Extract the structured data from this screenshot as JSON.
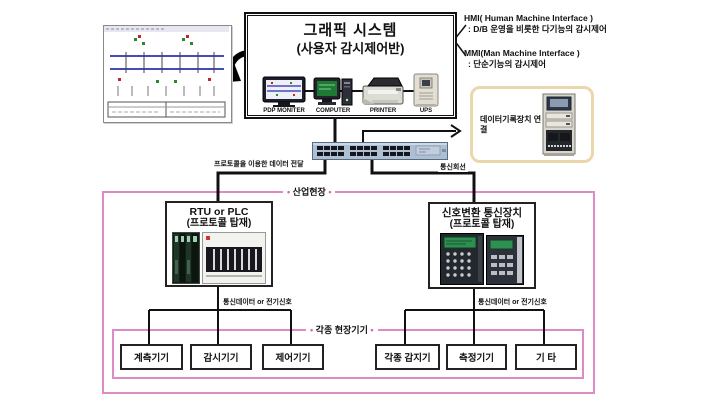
{
  "graphic_system": {
    "title": "그래픽 시스템",
    "subtitle": "(사용자 감시제어반)",
    "devices": [
      {
        "label": "PDP MONITER"
      },
      {
        "label": "COMPUTER"
      },
      {
        "label": "PRINTER"
      },
      {
        "label": "UPS"
      }
    ]
  },
  "hmi_note": {
    "hmi_title": "HMI( Human Machine Interface )",
    "hmi_desc": ": D/B 운영을 비롯한 다기능의 감시제어",
    "mmi_title": "MMI(Man Machine Interface )",
    "mmi_desc": ": 단순기능의 감시제어"
  },
  "data_recorder": {
    "label": "데이터기록장치 연결"
  },
  "network": {
    "protocol_label": "프로토콜을 이용한 데이터 전달",
    "comm_line_label": "통신회선"
  },
  "industrial_site": {
    "bullet": "•",
    "label": "산업현장",
    "rtu": {
      "title": "RTU or PLC",
      "subtitle": "(프로토콜 탑재)",
      "signal_label": "통신데이터 or 전기신호"
    },
    "converter": {
      "title": "신호변환 통신장치",
      "subtitle": "(프로토콜 탑재)",
      "signal_label": "통신데이터 or 전기신호"
    },
    "field_group": {
      "label": "각종 현장기기",
      "boxes": [
        "계측기기",
        "감시기기",
        "제어기기",
        "각종 감지기",
        "측정기기",
        "기 타"
      ]
    }
  },
  "colors": {
    "accent_pink": "#dd8ac6",
    "line_black": "#111111",
    "switch_body": "#aebfd4",
    "recorder_border": "#ead7ab"
  }
}
